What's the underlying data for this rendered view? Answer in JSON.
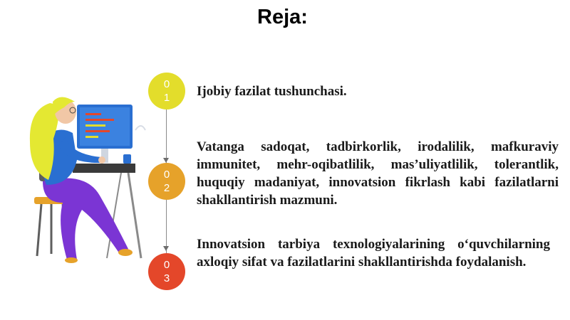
{
  "title": "Reja:",
  "steps": [
    {
      "digit1": "0",
      "digit2": "1",
      "color": "#e3dd2b"
    },
    {
      "digit1": "0",
      "digit2": "2",
      "color": "#e6a22a"
    },
    {
      "digit1": "0",
      "digit2": "3",
      "color": "#e4472a"
    }
  ],
  "items": [
    "Ijobiy fazilat tushunchasi.",
    "Vatanga sadoqat, tadbirkorlik, irodalilik, mafkuraviy immunitet, mehr-oqibatlilik, mas’uliyatlilik, tolerantlik, huquqiy madaniyat, innovatsion fikrlash kabi fazilatlarni shakllantirish mazmuni.",
    "Innovatsion tarbiya texnologiyalarining o‘quvchilarning axloqiy sifat va fazilatlarini shakllantirishda foydalanish."
  ],
  "colors": {
    "hair": "#e4e832",
    "shirt": "#2a6fd1",
    "pants": "#7b35d4",
    "monitor": "#2a6fd1",
    "chair": "#e6a22a"
  }
}
